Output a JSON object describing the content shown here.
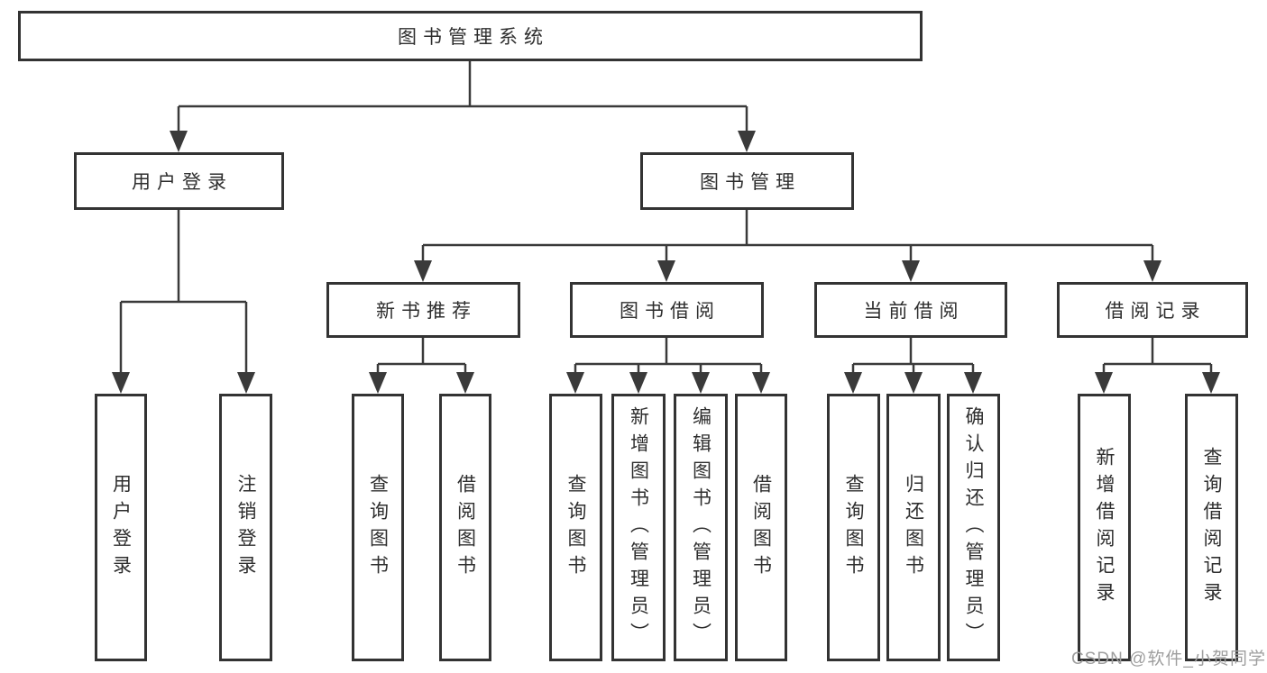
{
  "tree": {
    "label": "图书管理系统",
    "children": [
      {
        "label": "用户登录",
        "children": [
          {
            "label": "用户登录"
          },
          {
            "label": "注销登录"
          }
        ]
      },
      {
        "label": "图书管理",
        "children": [
          {
            "label": "新书推荐",
            "children": [
              {
                "label": "查询图书"
              },
              {
                "label": "借阅图书"
              }
            ]
          },
          {
            "label": "图书借阅",
            "children": [
              {
                "label": "查询图书"
              },
              {
                "label": "新增图书（管理员）"
              },
              {
                "label": "编辑图书（管理员）"
              },
              {
                "label": "借阅图书"
              }
            ]
          },
          {
            "label": "当前借阅",
            "children": [
              {
                "label": "查询图书"
              },
              {
                "label": "归还图书"
              },
              {
                "label": "确认归还（管理员）"
              }
            ]
          },
          {
            "label": "借阅记录",
            "children": [
              {
                "label": "新增借阅记录"
              },
              {
                "label": "查询借阅记录"
              }
            ]
          }
        ]
      }
    ]
  },
  "watermark": {
    "text": "CSDN @软件_小贺同学"
  },
  "colors": {
    "line": "#3a3a3a",
    "box_border": "#333333",
    "text": "#2e2e2e",
    "watermark_text": "#9e9e9e",
    "background": "#ffffff"
  }
}
